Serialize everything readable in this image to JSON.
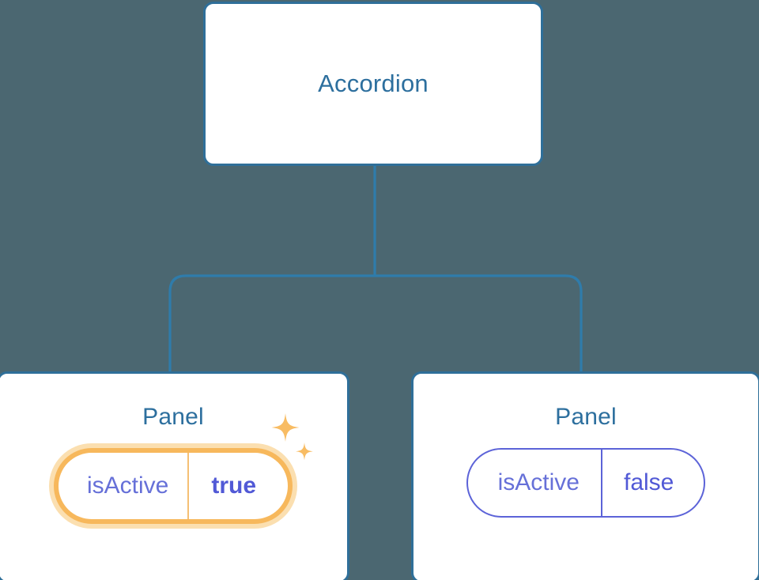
{
  "diagram": {
    "type": "component-tree",
    "background_color": "#4b6771",
    "node_border_color": "#2f6f99",
    "node_title_color": "#2d6f9e",
    "connector_color": "#2f7cab",
    "prop_key_color": "#6670d8",
    "prop_value_color": "#5159d6",
    "highlight_color": "#f7b85c",
    "highlight_glow_color": "#fbdfb0"
  },
  "root": {
    "title": "Accordion"
  },
  "children": [
    {
      "title": "Panel",
      "highlighted": true,
      "prop": {
        "key": "isActive",
        "value": "true"
      },
      "sparkle_icon": "sparkles-icon"
    },
    {
      "title": "Panel",
      "highlighted": false,
      "prop": {
        "key": "isActive",
        "value": "false"
      }
    }
  ]
}
